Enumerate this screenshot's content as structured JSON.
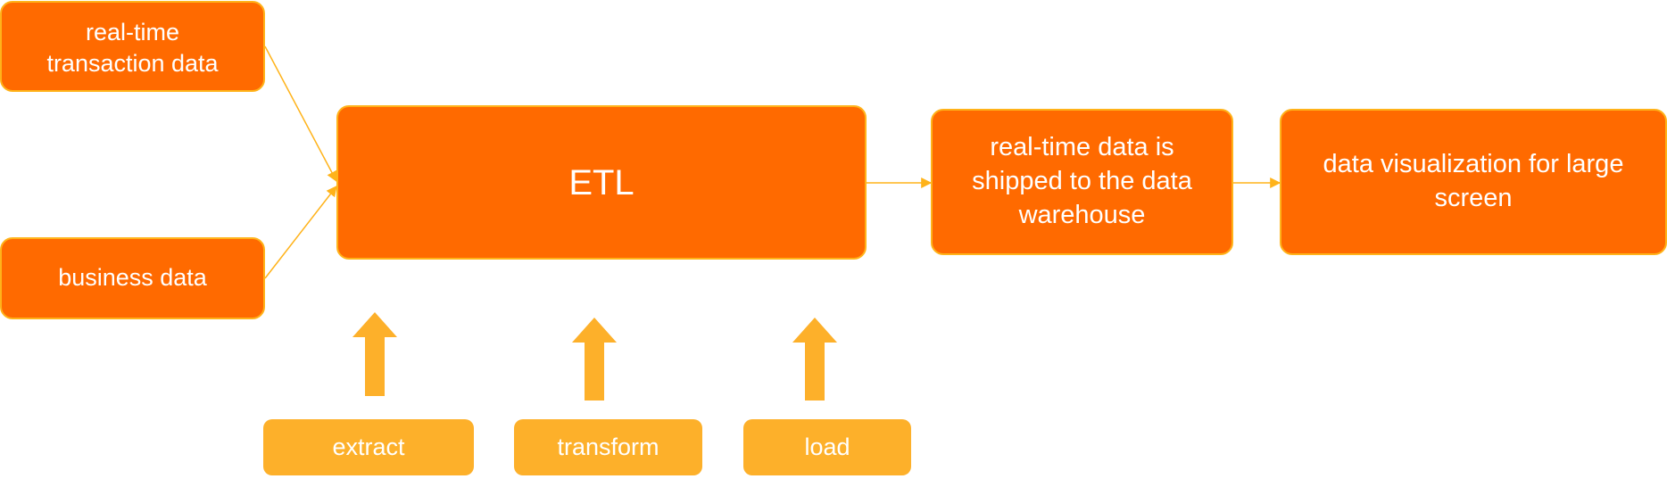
{
  "diagram": {
    "nodes": {
      "realtime_transaction": {
        "label": "real-time transaction data"
      },
      "business": {
        "label": "business data"
      },
      "etl": {
        "label": "ETL"
      },
      "warehouse": {
        "label": "real-time data is shipped to the data warehouse"
      },
      "visualization": {
        "label": "data visualization for large screen"
      },
      "extract": {
        "label": "extract"
      },
      "transform": {
        "label": "transform"
      },
      "load": {
        "label": "load"
      }
    },
    "edges": [
      {
        "from": "realtime_transaction",
        "to": "etl"
      },
      {
        "from": "business",
        "to": "etl"
      },
      {
        "from": "etl",
        "to": "warehouse"
      },
      {
        "from": "warehouse",
        "to": "visualization"
      },
      {
        "from": "extract",
        "to": "etl"
      },
      {
        "from": "transform",
        "to": "etl"
      },
      {
        "from": "load",
        "to": "etl"
      }
    ],
    "colors": {
      "primary": "#ff6a00",
      "secondary": "#fdb02a",
      "connector": "#ffb31a",
      "text": "#ffffff"
    }
  }
}
